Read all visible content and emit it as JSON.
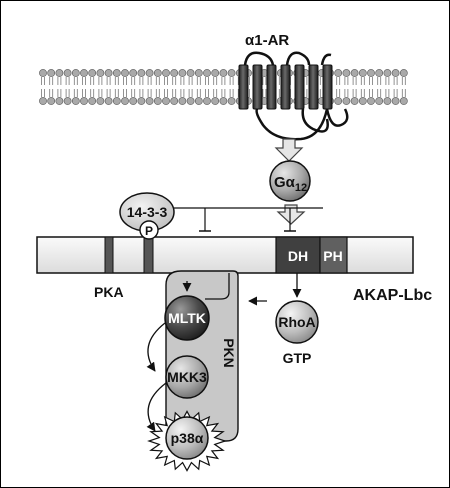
{
  "receptor": {
    "name": "α1-AR",
    "greek_part": "α",
    "suffix": "1-AR"
  },
  "g_protein": {
    "greek": "Gα",
    "subscript": "12"
  },
  "adaptor": {
    "label": "14-3-3"
  },
  "phospho": {
    "label": "P"
  },
  "scaffold": {
    "name": "AKAP-Lbc",
    "domains": {
      "pka": "PKA",
      "dh": "DH",
      "ph": "PH"
    }
  },
  "kinases": {
    "pkn": "PKN",
    "mltk": "MLTK",
    "mkk3": "MKK3",
    "p38": "p38α",
    "p38_prefix": "p38",
    "p38_greek": "α"
  },
  "rhoa": {
    "label": "RhoA",
    "state": "GTP"
  },
  "colors": {
    "outline": "#111111",
    "membrane_head": "#a9a9a9",
    "helix": "#3c3c3c",
    "scaffold": "#f2f2f2",
    "pkn_box": "#c8c8c8",
    "node_dark": "#3a3a3a",
    "node_light": "#bdbdbd"
  }
}
